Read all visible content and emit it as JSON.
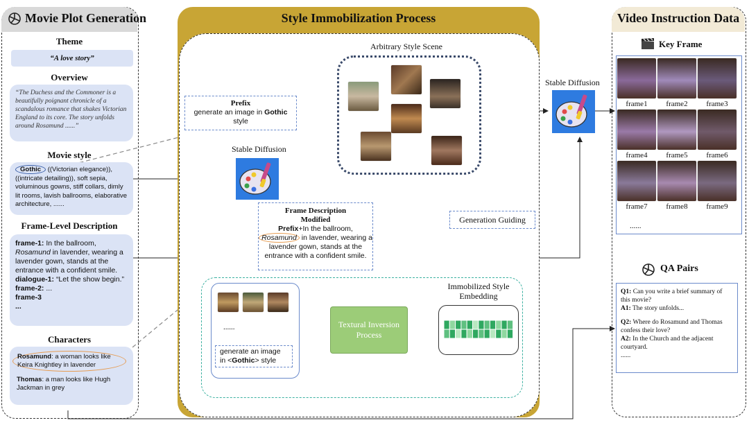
{
  "left": {
    "title": "Movie Plot Generation",
    "theme_heading": "Theme",
    "theme_value": "“A love story”",
    "overview_heading": "Overview",
    "overview_text": "“The Duchess and the Commoner is a beautifully poignant chronicle of a scandalous romance that shakes Victorian England to its core. The story unfolds around Rosamund ......”",
    "style_heading": "Movie style",
    "style_keyword": "Gothic",
    "style_text": "((Victorian elegance)), ((intricate detailing)), soft sepia, voluminous gowns, stiff collars, dimly lit rooms, lavish ballrooms, elaborative architecture, ......",
    "frame_heading": "Frame-Level Description",
    "frame1_label": "frame-1:",
    "frame1_text": "In the ballroom,",
    "frame1_name": "Rosamund",
    "frame1_rest": "in lavender, wearing a lavender gown, stands at the entrance with a confident smile.",
    "dialogue_label": "dialogue-1:",
    "dialogue_text": "“Let the show begin.”",
    "frame2_label": "frame-2:",
    "frame2_text": "...",
    "frame3_label": "frame-3",
    "ellipsis": "...",
    "chars_heading": "Characters",
    "char1_name": "Rosamund",
    "char1_text": ": a woman looks like Keira Knightley in lavender",
    "char2_name": "Thomas",
    "char2_text": ": a man looks like Hugh Jackman in grey"
  },
  "middle": {
    "title": "Style Immobilization Process",
    "arbitrary_label": "Arbitrary Style Scene",
    "prefix_title": "Prefix",
    "prefix_text": "generate an image in",
    "prefix_keyword": "Gothic",
    "prefix_tail": "style",
    "sd_label": "Stable Diffusion",
    "fdm_title1": "Frame Description",
    "fdm_title2": "Modified",
    "fdm_prefix": "Prefix",
    "fdm_text1": "+In the ballroom,",
    "fdm_name": "Rosamund",
    "fdm_text2": "in lavender, wearing a lavender gown, stands at the entrance with a confident smile.",
    "gen_guiding": "Generation Guiding",
    "immob_label": "Immobilized Style Embedding",
    "textural_label": "Textural Inversion Process",
    "dots": "......",
    "gen_img_text1": "generate an image",
    "gen_img_text2": "in <",
    "gen_img_kw": "Gothic",
    "gen_img_text3": "> style"
  },
  "right": {
    "title": "Video Instruction Data",
    "sd_label": "Stable Diffusion",
    "keyframe_label": "Key Frame",
    "frames": [
      "frame1",
      "frame2",
      "frame3",
      "frame4",
      "frame5",
      "frame6",
      "frame7",
      "frame8",
      "frame9"
    ],
    "frames_more": "......",
    "qa_title": "QA Pairs",
    "q1": "Q1:",
    "q1_text": "Can you write a brief summary of this movie?",
    "a1": "A1:",
    "a1_text": "The story unfolds...",
    "q2": "Q2:",
    "q2_text": "Where do Rosamund and Thomas confess their love?",
    "a2": "A2:",
    "a2_text": "In the Church and the adjacent courtyard.",
    "qa_more": "......"
  }
}
